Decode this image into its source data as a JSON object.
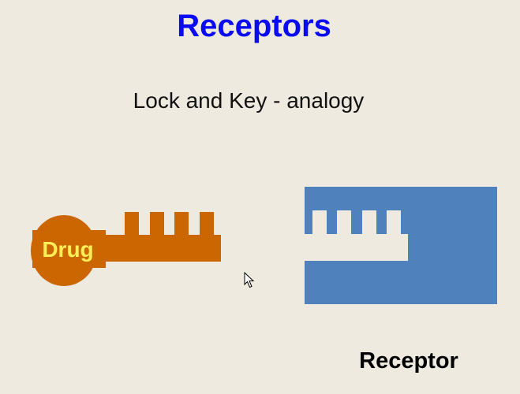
{
  "title": "Receptors",
  "subtitle": "Lock and Key - analogy",
  "key": {
    "label": "Drug",
    "color": "#cc6600",
    "label_color": "#ffee55"
  },
  "lock": {
    "label": "Receptor",
    "color": "#4f81bd"
  },
  "colors": {
    "background": "#eeeae0",
    "title": "#0a0af5"
  }
}
